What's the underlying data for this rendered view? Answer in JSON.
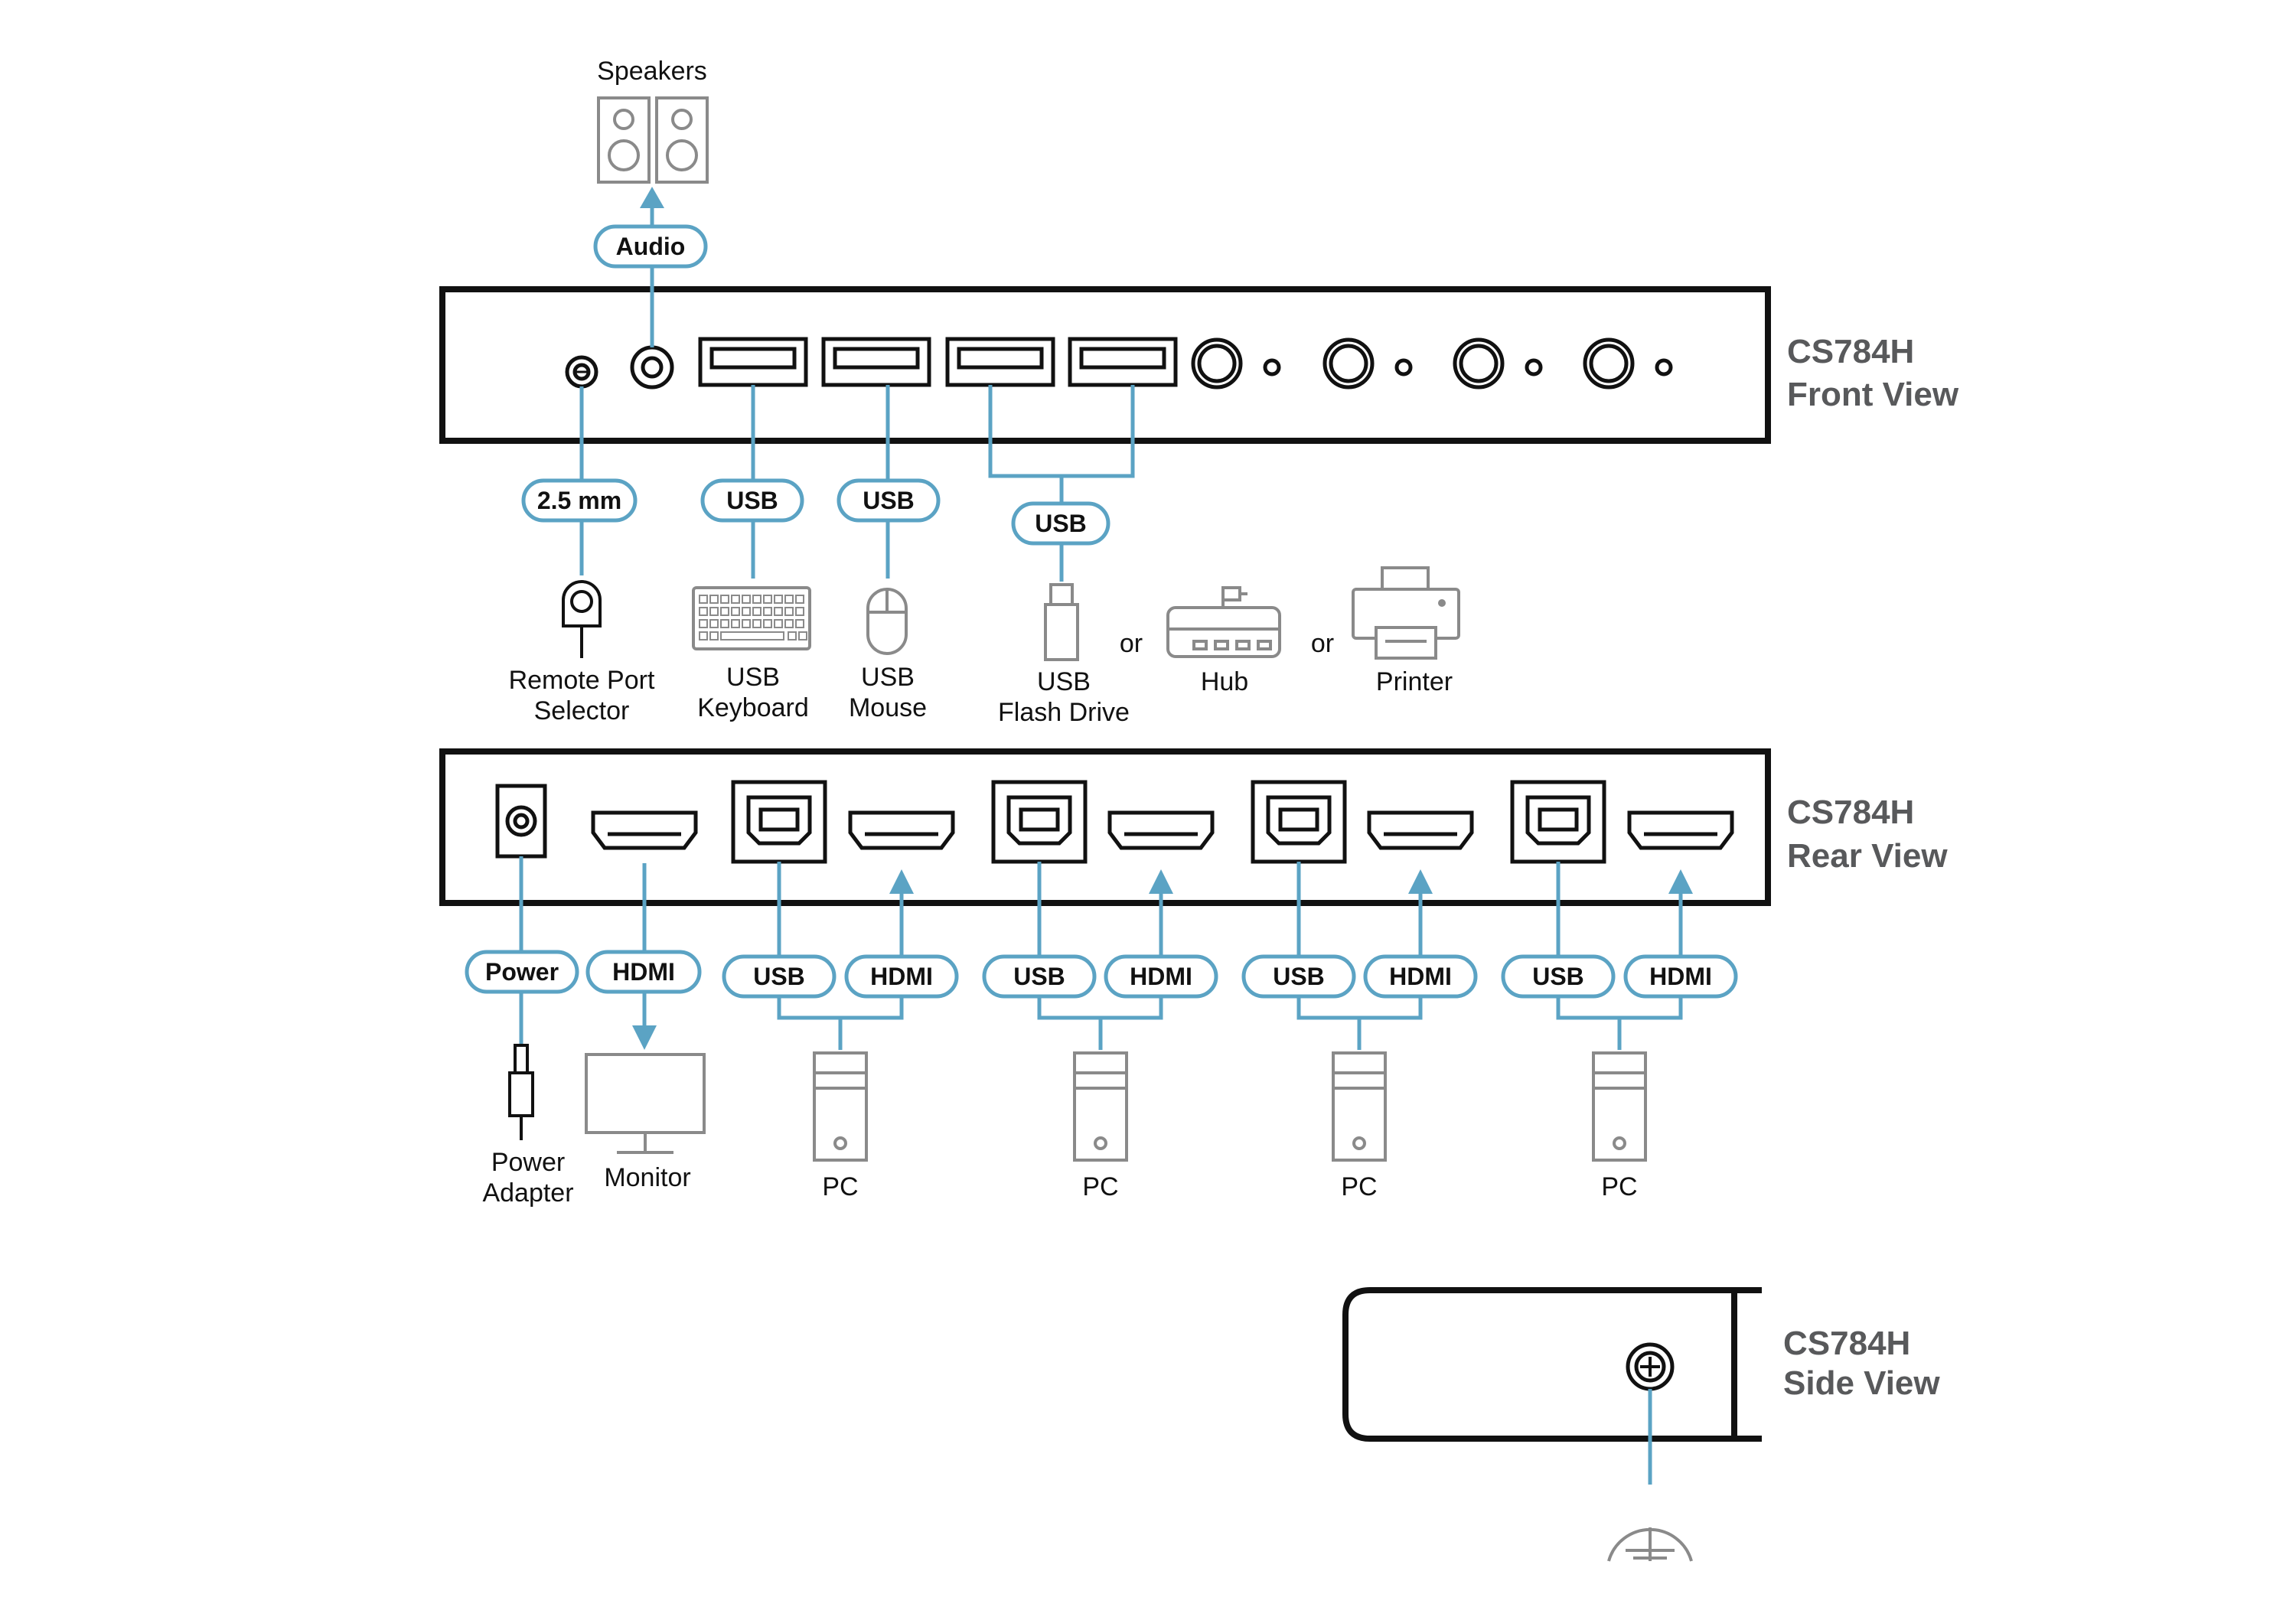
{
  "front": {
    "model": "CS784H",
    "view": "Front View"
  },
  "rear": {
    "model": "CS784H",
    "view": "Rear View"
  },
  "side": {
    "model": "CS784H",
    "view": "Side View"
  },
  "cables": {
    "audio": "Audio",
    "remote": "2.5 mm",
    "usb": "USB",
    "power": "Power",
    "hdmi": "HDMI"
  },
  "devices": {
    "speakers": "Speakers",
    "remote_line1": "Remote Port",
    "remote_line2": "Selector",
    "keyboard_line1": "USB",
    "keyboard_line2": "Keyboard",
    "mouse_line1": "USB",
    "mouse_line2": "Mouse",
    "flash_line1": "USB",
    "flash_line2": "Flash Drive",
    "or": "or",
    "hub": "Hub",
    "printer": "Printer",
    "power_line1": "Power",
    "power_line2": "Adapter",
    "monitor": "Monitor",
    "pc": "PC"
  }
}
